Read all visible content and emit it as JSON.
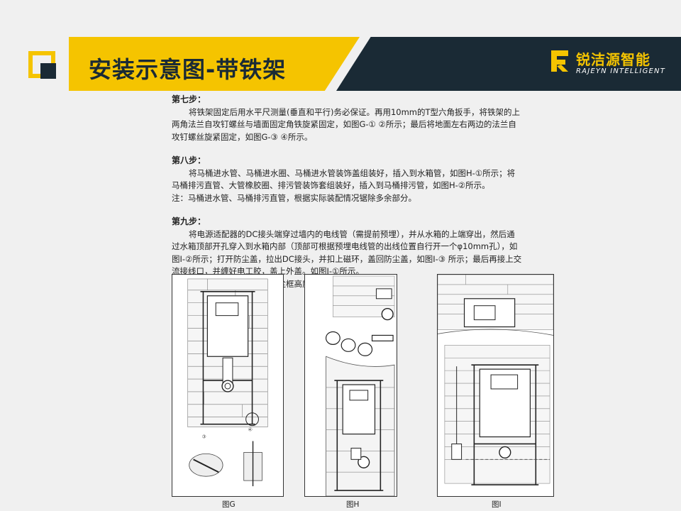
{
  "header": {
    "title": "安装示意图-带铁架",
    "logo_cn": "锐洁源智能",
    "logo_en": "RAJEYN INTELLIGENT",
    "accent_color": "#f5c400",
    "dark_color": "#1a2a35"
  },
  "steps": [
    {
      "heading": "第七步：",
      "lines": [
        "将铁架固定后用水平尺测量(垂直和平行)务必保证。再用10mm的T型六角扳手，将铁架的上",
        "两角法兰自攻钉螺丝与墙面固定角铁旋紧固定，如图G-① ②所示；最后将地面左右两边的法兰自",
        "攻钉螺丝旋紧固定，如图G-③ ④所示。"
      ]
    },
    {
      "heading": "第八步：",
      "lines": [
        "将马桶进水管、马桶进水圈、马桶进水管装饰盖组装好，插入到水箱管，如图H-①所示；将",
        "马桶排污直管、大管橡胶圈、排污管装饰套组装好，插入到马桶排污管，如图H-②所示。",
        "注：马桶进水管、马桶排污直管，根据实际装配情况锯除多余部分。"
      ]
    },
    {
      "heading": "第九步：",
      "lines": [
        "将电源适配器的DC接头端穿过墙内的电线管（需提前预埋），并从水箱的上端穿出，然后通",
        "过水箱顶部开孔穿入到水箱内部（顶部可根据预埋电线管的出线位置自行开一个φ10mm孔），如",
        "图I-②所示；打开防尘盖，拉出DC接头，并扣上磁环，盖回防尘盖，如图I-③ 所示；最后再接上交",
        "流接线口，并缠好电工胶，盖上外盖。如图I-①所示。",
        "注意：顶部开孔位置需高于防尘框高度，否则会导至水箱漏水。"
      ]
    }
  ],
  "figures": [
    {
      "caption": "图G"
    },
    {
      "caption": "图H"
    },
    {
      "caption": "图I"
    }
  ]
}
